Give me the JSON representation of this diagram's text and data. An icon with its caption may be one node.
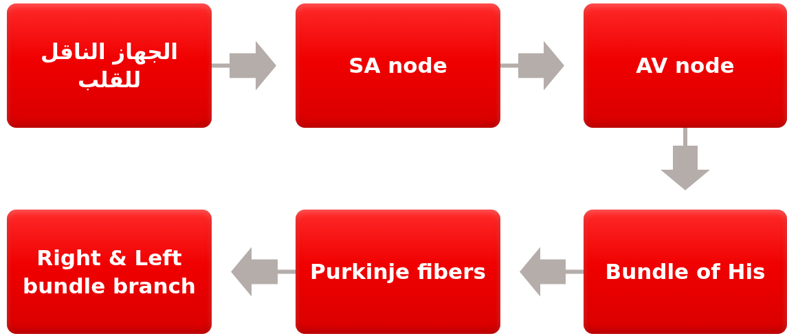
{
  "diagram": {
    "nodes": [
      {
        "text": [
          "الجهاز الناقل للقلب"
        ]
      },
      {
        "text": [
          "SA node"
        ]
      },
      {
        "text": [
          "AV node"
        ]
      },
      {
        "text": [
          "Right & Left bundle branch"
        ]
      },
      {
        "text": [
          "Purkinje fibers"
        ]
      },
      {
        "text": [
          "Bundle of His"
        ]
      }
    ],
    "edges": [
      {
        "from": 0,
        "to": 1,
        "arrow": "to"
      },
      {
        "from": 1,
        "to": 2,
        "arrow": "to"
      },
      {
        "from": 2,
        "to": 5,
        "arrow": "to"
      },
      {
        "from": 5,
        "to": 4,
        "arrow": "to"
      },
      {
        "from": 4,
        "to": 3,
        "arrow": "to"
      }
    ]
  }
}
